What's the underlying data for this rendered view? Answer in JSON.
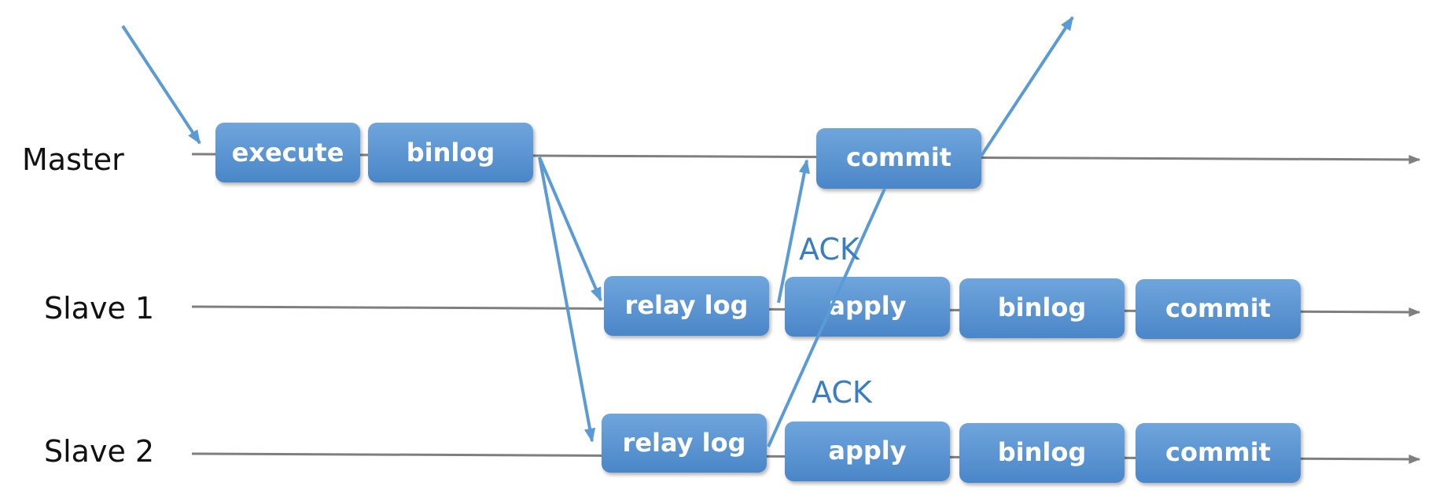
{
  "lanes": {
    "master": "Master",
    "slave1": "Slave 1",
    "slave2": "Slave 2"
  },
  "master_steps": {
    "execute": "execute",
    "binlog": "binlog",
    "commit": "commit"
  },
  "slave1_steps": {
    "relay_log": "relay log",
    "apply": "apply",
    "binlog": "binlog",
    "commit": "commit"
  },
  "slave2_steps": {
    "relay_log": "relay log",
    "apply": "apply",
    "binlog": "binlog",
    "commit": "commit"
  },
  "ack_labels": {
    "slave1": "ACK",
    "slave2": "ACK"
  },
  "colors": {
    "box_top": "#6fa5dc",
    "box_bottom": "#4a86c8",
    "flow_arrow": "#5b9bd5",
    "timeline": "#7f7f7f",
    "ack_text": "#3b7dc1"
  }
}
